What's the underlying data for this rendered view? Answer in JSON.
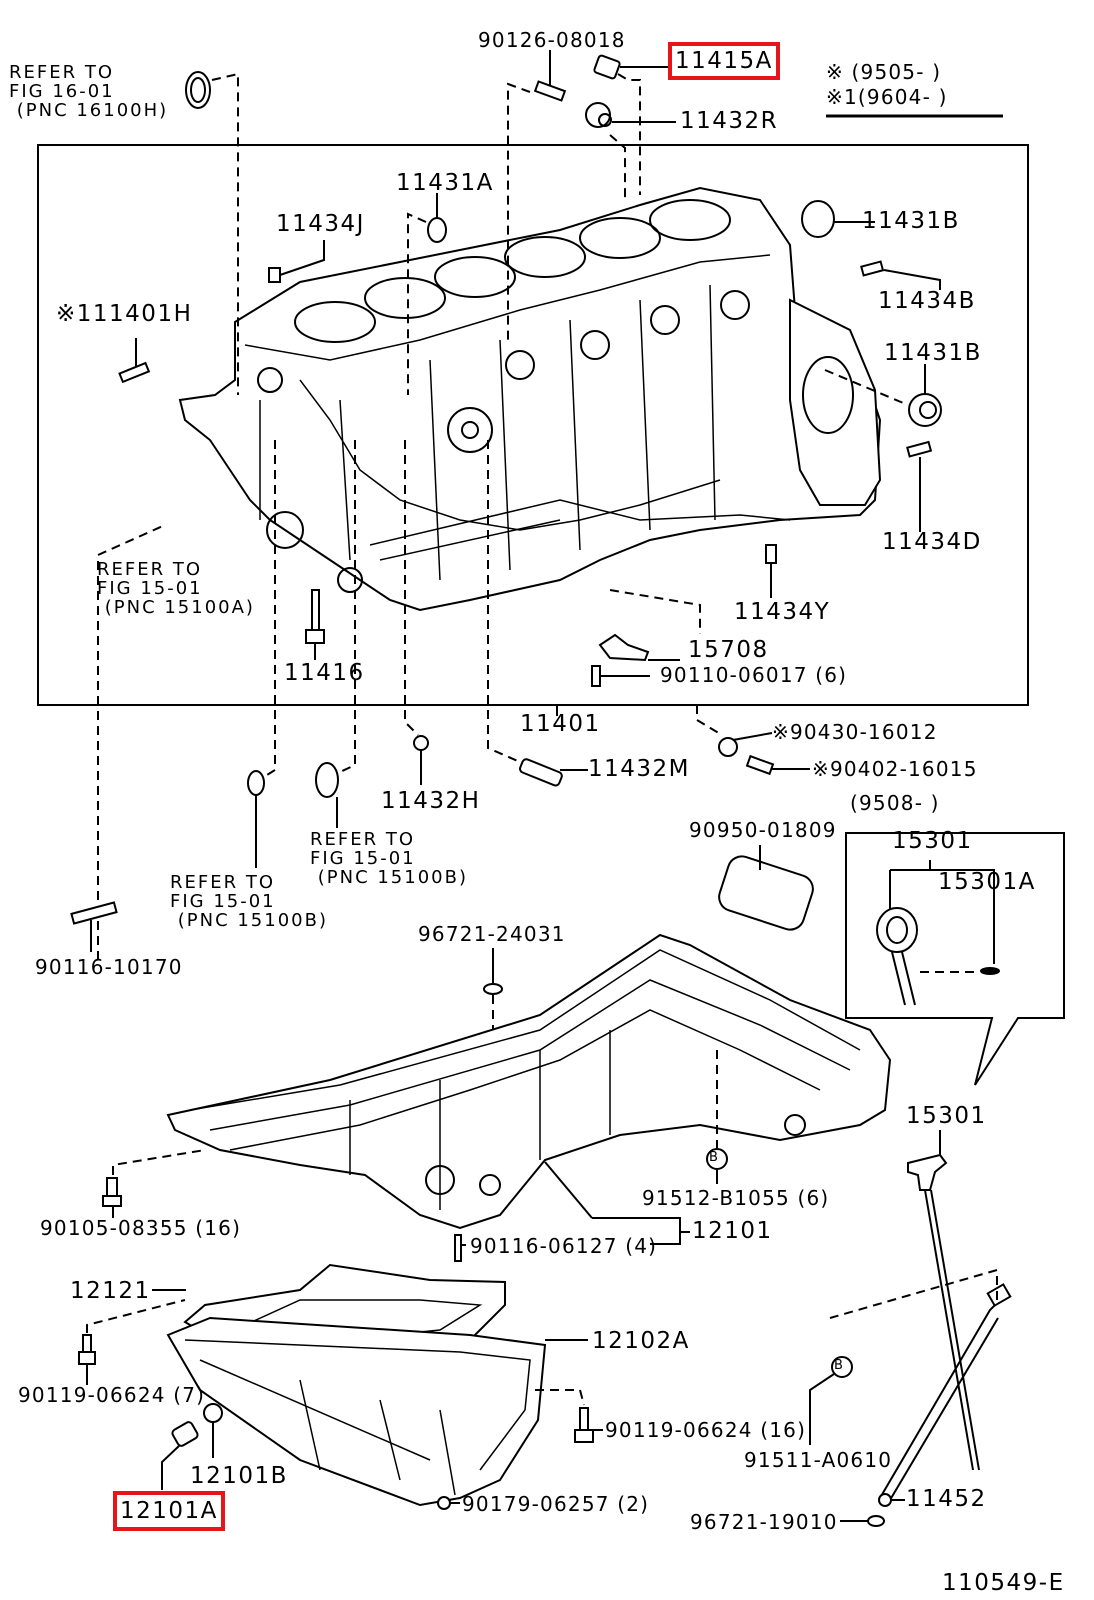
{
  "diagram": {
    "figure_id": "110549-E",
    "legend": {
      "entries": [
        {
          "symbol": "※",
          "range": "(9505-      )"
        },
        {
          "symbol": "※1",
          "range": "(9604-      )"
        }
      ]
    },
    "inset": {
      "range": "(9508-      )",
      "labels": [
        "15301",
        "15301A"
      ]
    },
    "highlighted_parts": [
      "11415A",
      "12101A"
    ],
    "highlight_color": "#e8141c",
    "references": [
      {
        "id": "ref-16-01",
        "lines": [
          "REFER TO",
          "FIG 16-01",
          " (PNC 16100H)"
        ]
      },
      {
        "id": "ref-15-01-a",
        "lines": [
          "REFER TO",
          "FIG 15-01",
          " (PNC 15100A)"
        ]
      },
      {
        "id": "ref-15-01-b1",
        "lines": [
          "REFER TO",
          "FIG 15-01",
          " (PNC 15100B)"
        ]
      },
      {
        "id": "ref-15-01-b2",
        "lines": [
          "REFER TO",
          "FIG 15-01",
          " (PNC 15100B)"
        ]
      }
    ],
    "parts": {
      "p90126_08018": "90126-08018",
      "p11415A": "11415A",
      "p11432R": "11432R",
      "p11431A": "11431A",
      "p11434J": "11434J",
      "p11431B_top": "11431B",
      "p11434B": "11434B",
      "p11401H": "※111401H",
      "p11431B_mid": "11431B",
      "p11434D": "11434D",
      "p11434Y": "11434Y",
      "p15708": "15708",
      "p90110_06017": "90110-06017 (6)",
      "p11416": "11416",
      "p11401": "11401",
      "p90430_16012": "※90430-16012",
      "p11432M": "11432M",
      "p90402_16015": "※90402-16015",
      "p11432H": "11432H",
      "p90950_01809": "90950-01809",
      "p96721_24031": "96721-24031",
      "p90116_10170": "90116-10170",
      "p15301_dip": "15301",
      "p91512_B1055": "91512-B1055 (6)",
      "p90105_08355": "90105-08355 (16)",
      "p12101": "12101",
      "p90116_06127": "90116-06127 (4)",
      "p12121": "12121",
      "p12102A": "12102A",
      "p90119_06624_7": "90119-06624 (7)",
      "p90119_06624_16": "90119-06624 (16)",
      "p91511_A0610": "91511-A0610",
      "p12101B": "12101B",
      "p12101A": "12101A",
      "p11452": "11452",
      "p90179_06257": "90179-06257 (2)",
      "p96721_19010": "96721-19010"
    },
    "circle_markers": [
      "B",
      "B"
    ]
  }
}
